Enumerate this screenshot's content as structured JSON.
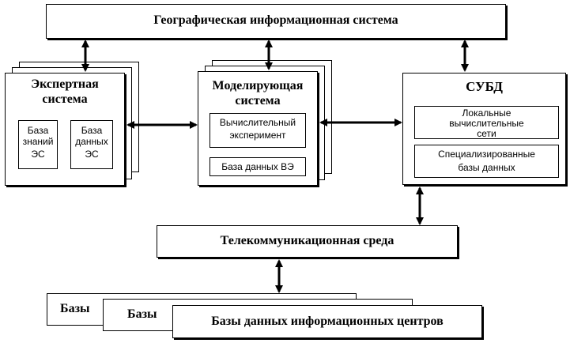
{
  "gis": {
    "title": "Географическая информационная система"
  },
  "expert": {
    "title_line1": "Экспертная",
    "title_line2": "система",
    "kb": {
      "line1": "База",
      "line2": "знаний",
      "line3": "ЭС"
    },
    "db": {
      "line1": "База",
      "line2": "данных",
      "line3": "ЭС"
    }
  },
  "model": {
    "title_line1": "Моделирующая",
    "title_line2": "система",
    "experiment": {
      "line1": "Вычислительный",
      "line2": "эксперимент"
    },
    "db_label": "База данных ВЭ"
  },
  "dbms": {
    "title": "СУБД",
    "networks": {
      "line1": "Локальные",
      "line2": "вычислительные",
      "line3": "сети"
    },
    "special": {
      "line1": "Специализированные",
      "line2": "базы данных"
    }
  },
  "telecom": {
    "title": "Телекоммуникационная среда"
  },
  "bases": {
    "back_label": "Базы",
    "middle_label": "Базы",
    "front_label": "Базы данных информационных центров"
  }
}
